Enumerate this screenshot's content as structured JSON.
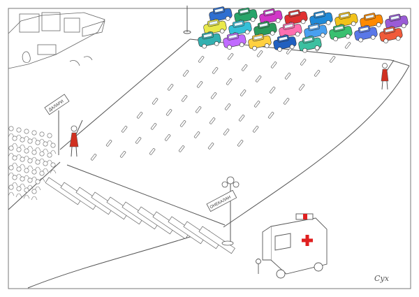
{
  "illustration": {
    "sign_left_text": "ДАЛАРИ",
    "sign_right_text": "ОНЕКАЛАН",
    "signature": "Сух",
    "colors": {
      "ink": "#555555",
      "paper": "#ffffff",
      "uniform_red": "#d03020",
      "cross_red": "#e02020"
    },
    "car_colors": [
      "#2f6fd0",
      "#27a56a",
      "#d236c8",
      "#e03030",
      "#1f8ad8",
      "#f2c21a",
      "#ff8a00",
      "#9a5bd6",
      "#e9e94a",
      "#34c0d8",
      "#2a9a5a",
      "#ff6fb0",
      "#48a0f0",
      "#3ac070",
      "#5a78e8",
      "#f05a3a",
      "#33b0b0",
      "#c06aff",
      "#ffd040",
      "#2060c0",
      "#3cc0a0"
    ]
  }
}
